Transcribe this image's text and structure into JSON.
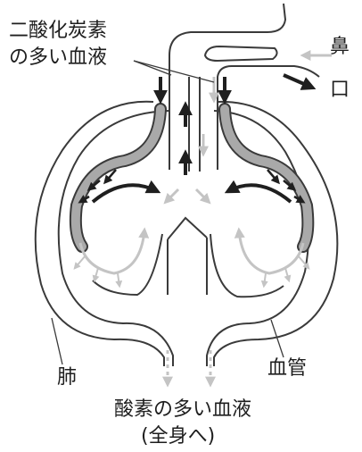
{
  "labels": {
    "co2_blood_line1": "二酸化炭素",
    "co2_blood_line2": "の多い血液",
    "nose": "鼻",
    "mouth": "口",
    "lung": "肺",
    "blood_vessel": "血管",
    "o2_blood_line1": "酸素の多い血液",
    "o2_blood_line2": "(全身へ)"
  },
  "colors": {
    "outline": "#3a3a3a",
    "vessel_fill": "#a9a9a9",
    "dark_arrow": "#1f1f1f",
    "light_arrow": "#c4c4c4"
  }
}
